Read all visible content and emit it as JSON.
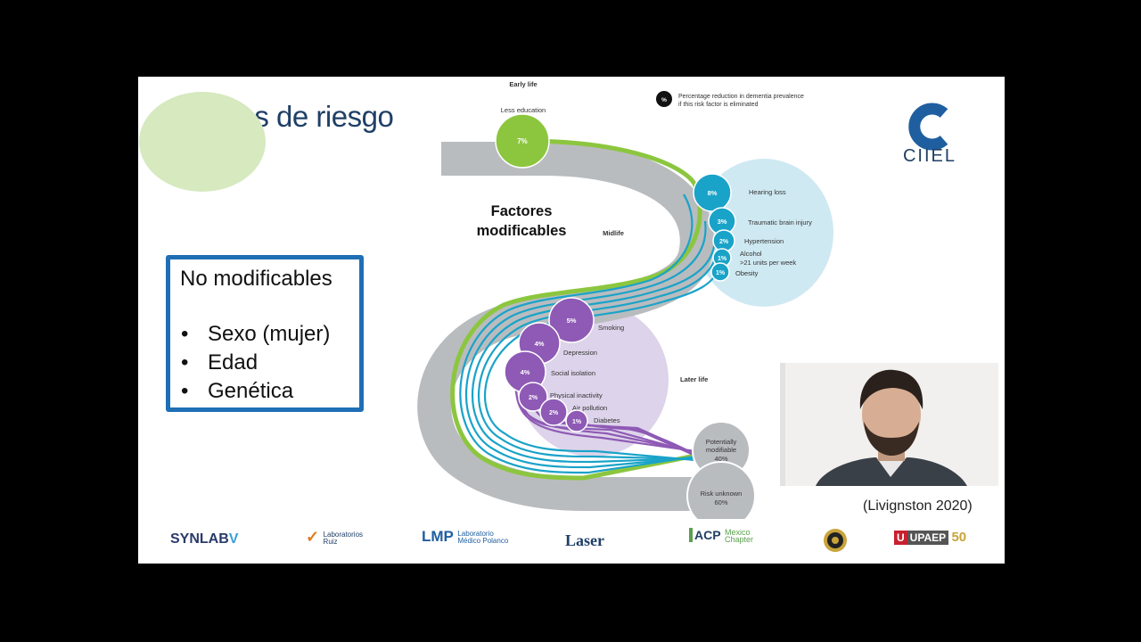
{
  "slide": {
    "title": "Factores de riesgo",
    "non_modifiable": {
      "heading": "No modificables",
      "bullet_symbol": "•",
      "items": [
        "Sexo (mujer)",
        "Edad",
        "Genética"
      ]
    },
    "citation": "(Livignston 2020)",
    "logo_text": "CIIEL"
  },
  "diagram": {
    "modifiable_label_line1": "Factores",
    "modifiable_label_line2": "modificables",
    "legend_symbol": "%",
    "legend_line1": "Percentage reduction in dementia prevalence",
    "legend_line2": "if this risk factor is eliminated",
    "stages": {
      "early": "Early life",
      "mid": "Midlife",
      "late": "Later life"
    },
    "colors": {
      "early": "#8cc63f",
      "mid": "#1aa3c8",
      "late": "#8e5ab5",
      "path": "#b9bcbf",
      "summary": "#b9bcbf"
    },
    "factors": {
      "less_education": {
        "pct": "7%",
        "label": "Less education"
      },
      "hearing_loss": {
        "pct": "8%",
        "label": "Hearing loss"
      },
      "tbi": {
        "pct": "3%",
        "label": "Traumatic brain injury"
      },
      "hypertension": {
        "pct": "2%",
        "label": "Hypertension"
      },
      "alcohol": {
        "pct": "1%",
        "label1": "Alcohol",
        "label2": ">21 units per week"
      },
      "obesity": {
        "pct": "1%",
        "label": "Obesity"
      },
      "smoking": {
        "pct": "5%",
        "label": "Smoking"
      },
      "depression": {
        "pct": "4%",
        "label": "Depression"
      },
      "social_isolation": {
        "pct": "4%",
        "label": "Social isolation"
      },
      "physical_inactivity": {
        "pct": "2%",
        "label": "Physical inactivity"
      },
      "air_pollution": {
        "pct": "2%",
        "label": "Air pollution"
      },
      "diabetes": {
        "pct": "1%",
        "label": "Diabetes"
      }
    },
    "summary": {
      "modifiable_line1": "Potentially",
      "modifiable_line2": "modifiable",
      "modifiable_pct": "40%",
      "unknown_line1": "Risk unknown",
      "unknown_pct": "60%"
    }
  },
  "sponsors": {
    "synlab": "SYNLAB",
    "ruiz_line1": "Laboratorios",
    "ruiz_line2": "Ruiz",
    "lmp_mark": "LMP",
    "lmp_line1": "Laboratorio",
    "lmp_line2": "Médico Polanco",
    "laser": "Laser",
    "acp_mark": "ACP",
    "acp_line1": "Mexico",
    "acp_line2": "Chapter",
    "upaep": "UPAEP",
    "upaep_mark": "U",
    "upaep_years": "50"
  }
}
